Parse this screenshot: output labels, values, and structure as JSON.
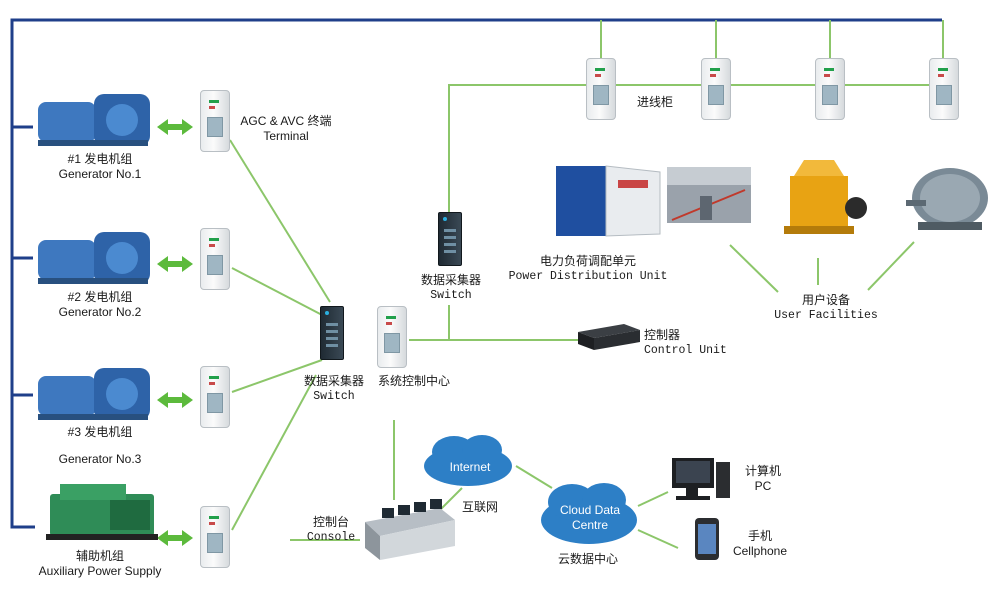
{
  "colors": {
    "bus_line": "#1f3f8a",
    "link_line": "#8cc66a",
    "arrow": "#5cba3c",
    "cloud": "#2d7fc6"
  },
  "icons": {
    "generator": "blue-generator-icon",
    "aux_generator": "green-diesel-generator-icon",
    "cabinet": "control-cabinet-icon",
    "switch": "network-switch-icon",
    "control_unit": "control-unit-box-icon",
    "console": "operator-console-icon",
    "cloud": "cloud-icon",
    "pc": "desktop-pc-icon",
    "phone": "smartphone-icon",
    "pdu": "power-distribution-container-icon",
    "crusher": "crusher-icon",
    "motor": "electric-motor-icon",
    "plant": "plant-photo-icon"
  },
  "labels": {
    "gen1_cn": "#1    发电机组",
    "gen1_en": "Generator No.1",
    "gen2_cn": "#2   发电机组",
    "gen2_en": "Generator No.2",
    "gen3_cn": "#3   发电机组",
    "gen3_en": "Generator No.3",
    "aux_cn": "辅助机组",
    "aux_en": "Auxiliary Power Supply",
    "agc_line1": "AGC & AVC 终端",
    "agc_line2": "Terminal",
    "switch_main_cn": "数据采集器",
    "switch_main_en": "Switch",
    "sys_control": "系统控制中心",
    "switch_top_cn": "数据采集器",
    "switch_top_en": "Switch",
    "incoming_cabinet": "进线柜",
    "pdu_cn": "电力负荷调配单元",
    "pdu_en": "Power Distribution Unit",
    "user_cn": "用户设备",
    "user_en": "User Facilities",
    "control_unit_cn": "控制器",
    "control_unit_en": "Control Unit",
    "console_cn": "控制台",
    "console_en": "Console",
    "internet_en": "Internet",
    "internet_cn": "互联网",
    "cloud_line1": "Cloud Data",
    "cloud_line2": "Centre",
    "cloud_cn": "云数据中心",
    "pc_cn": "计算机",
    "pc_en": "PC",
    "phone_cn": "手机",
    "phone_en": "Cellphone"
  }
}
